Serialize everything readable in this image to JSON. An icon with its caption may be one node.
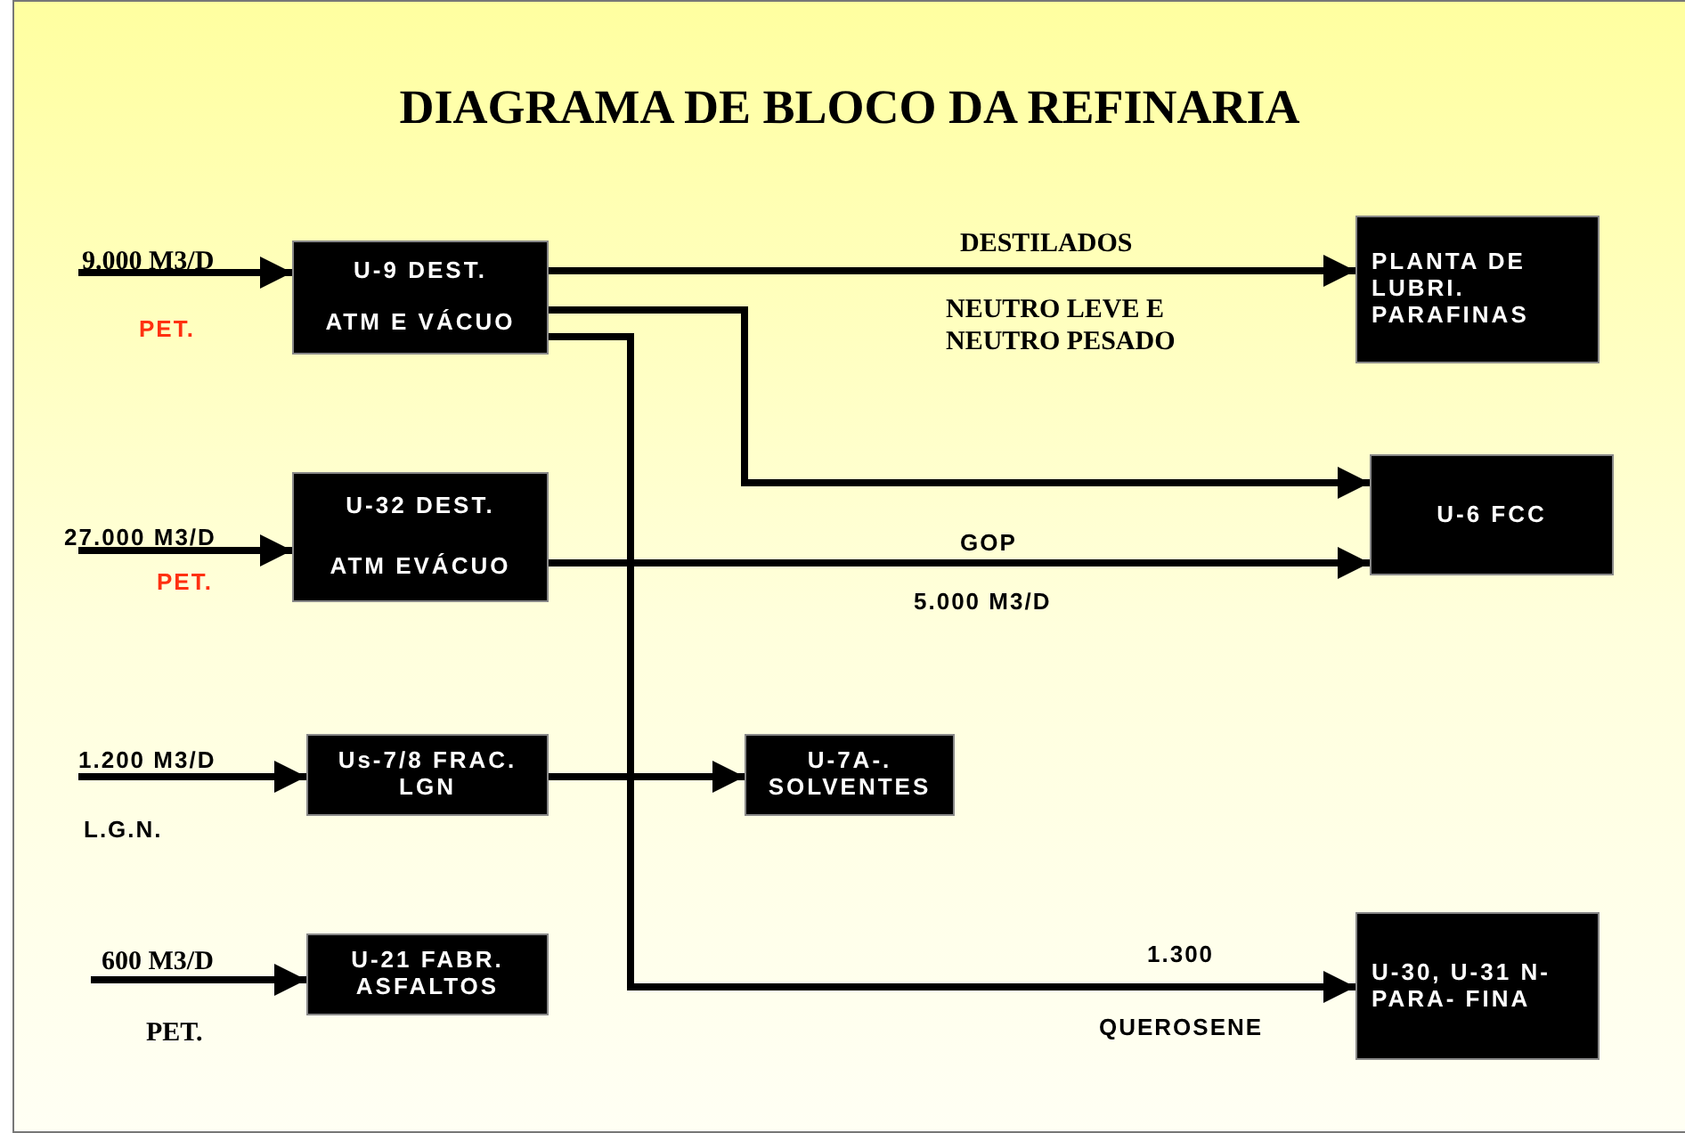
{
  "diagram": {
    "title": "DIAGRAMA DE BLOCO DA REFINARIA",
    "nodes": [
      {
        "text": [
          "U-9 DEST.",
          "ATM E VÁCUO"
        ]
      },
      {
        "text": [
          "PLANTA DE LUBRI. PARAFINAS"
        ]
      },
      {
        "text": [
          "U-32 DEST.",
          "ATM EVÁCUO"
        ]
      },
      {
        "text": [
          "U-6 FCC"
        ]
      },
      {
        "text": [
          "Us-7/8 FRAC. LGN"
        ]
      },
      {
        "text": [
          "U-7A-. SOLVENTES"
        ]
      },
      {
        "text": [
          "U-21 FABR. ASFALTOS"
        ]
      },
      {
        "text": [
          "U-30, U-31 N-PARA- FINA"
        ]
      }
    ],
    "edges": [
      {
        "from": null,
        "to": 0,
        "arrow": "to",
        "label": "9.000 M3/D"
      },
      {
        "from": null,
        "to": 2,
        "arrow": "to",
        "label": "27.000 M3/D"
      },
      {
        "from": null,
        "to": 4,
        "arrow": "to",
        "label": "1.200 M3/D"
      },
      {
        "from": null,
        "to": 6,
        "arrow": "to",
        "label": "600 M3/D"
      },
      {
        "from": 0,
        "to": 1,
        "arrow": "to",
        "label": "DESTILADOS"
      },
      {
        "from": 0,
        "to": 3,
        "arrow": "to"
      },
      {
        "from": 2,
        "to": 3,
        "arrow": "to",
        "label": "GOP"
      },
      {
        "from": 4,
        "to": 5,
        "arrow": "to"
      },
      {
        "from": 0,
        "to": 7,
        "arrow": "to",
        "label": "1.300"
      }
    ],
    "labels": [
      "PET.",
      "NEUTRO LEVE E NEUTRO PESADO",
      "PET.",
      "5.000 M3/D",
      "L.G.N.",
      "PET.",
      "QUEROSENE"
    ]
  }
}
